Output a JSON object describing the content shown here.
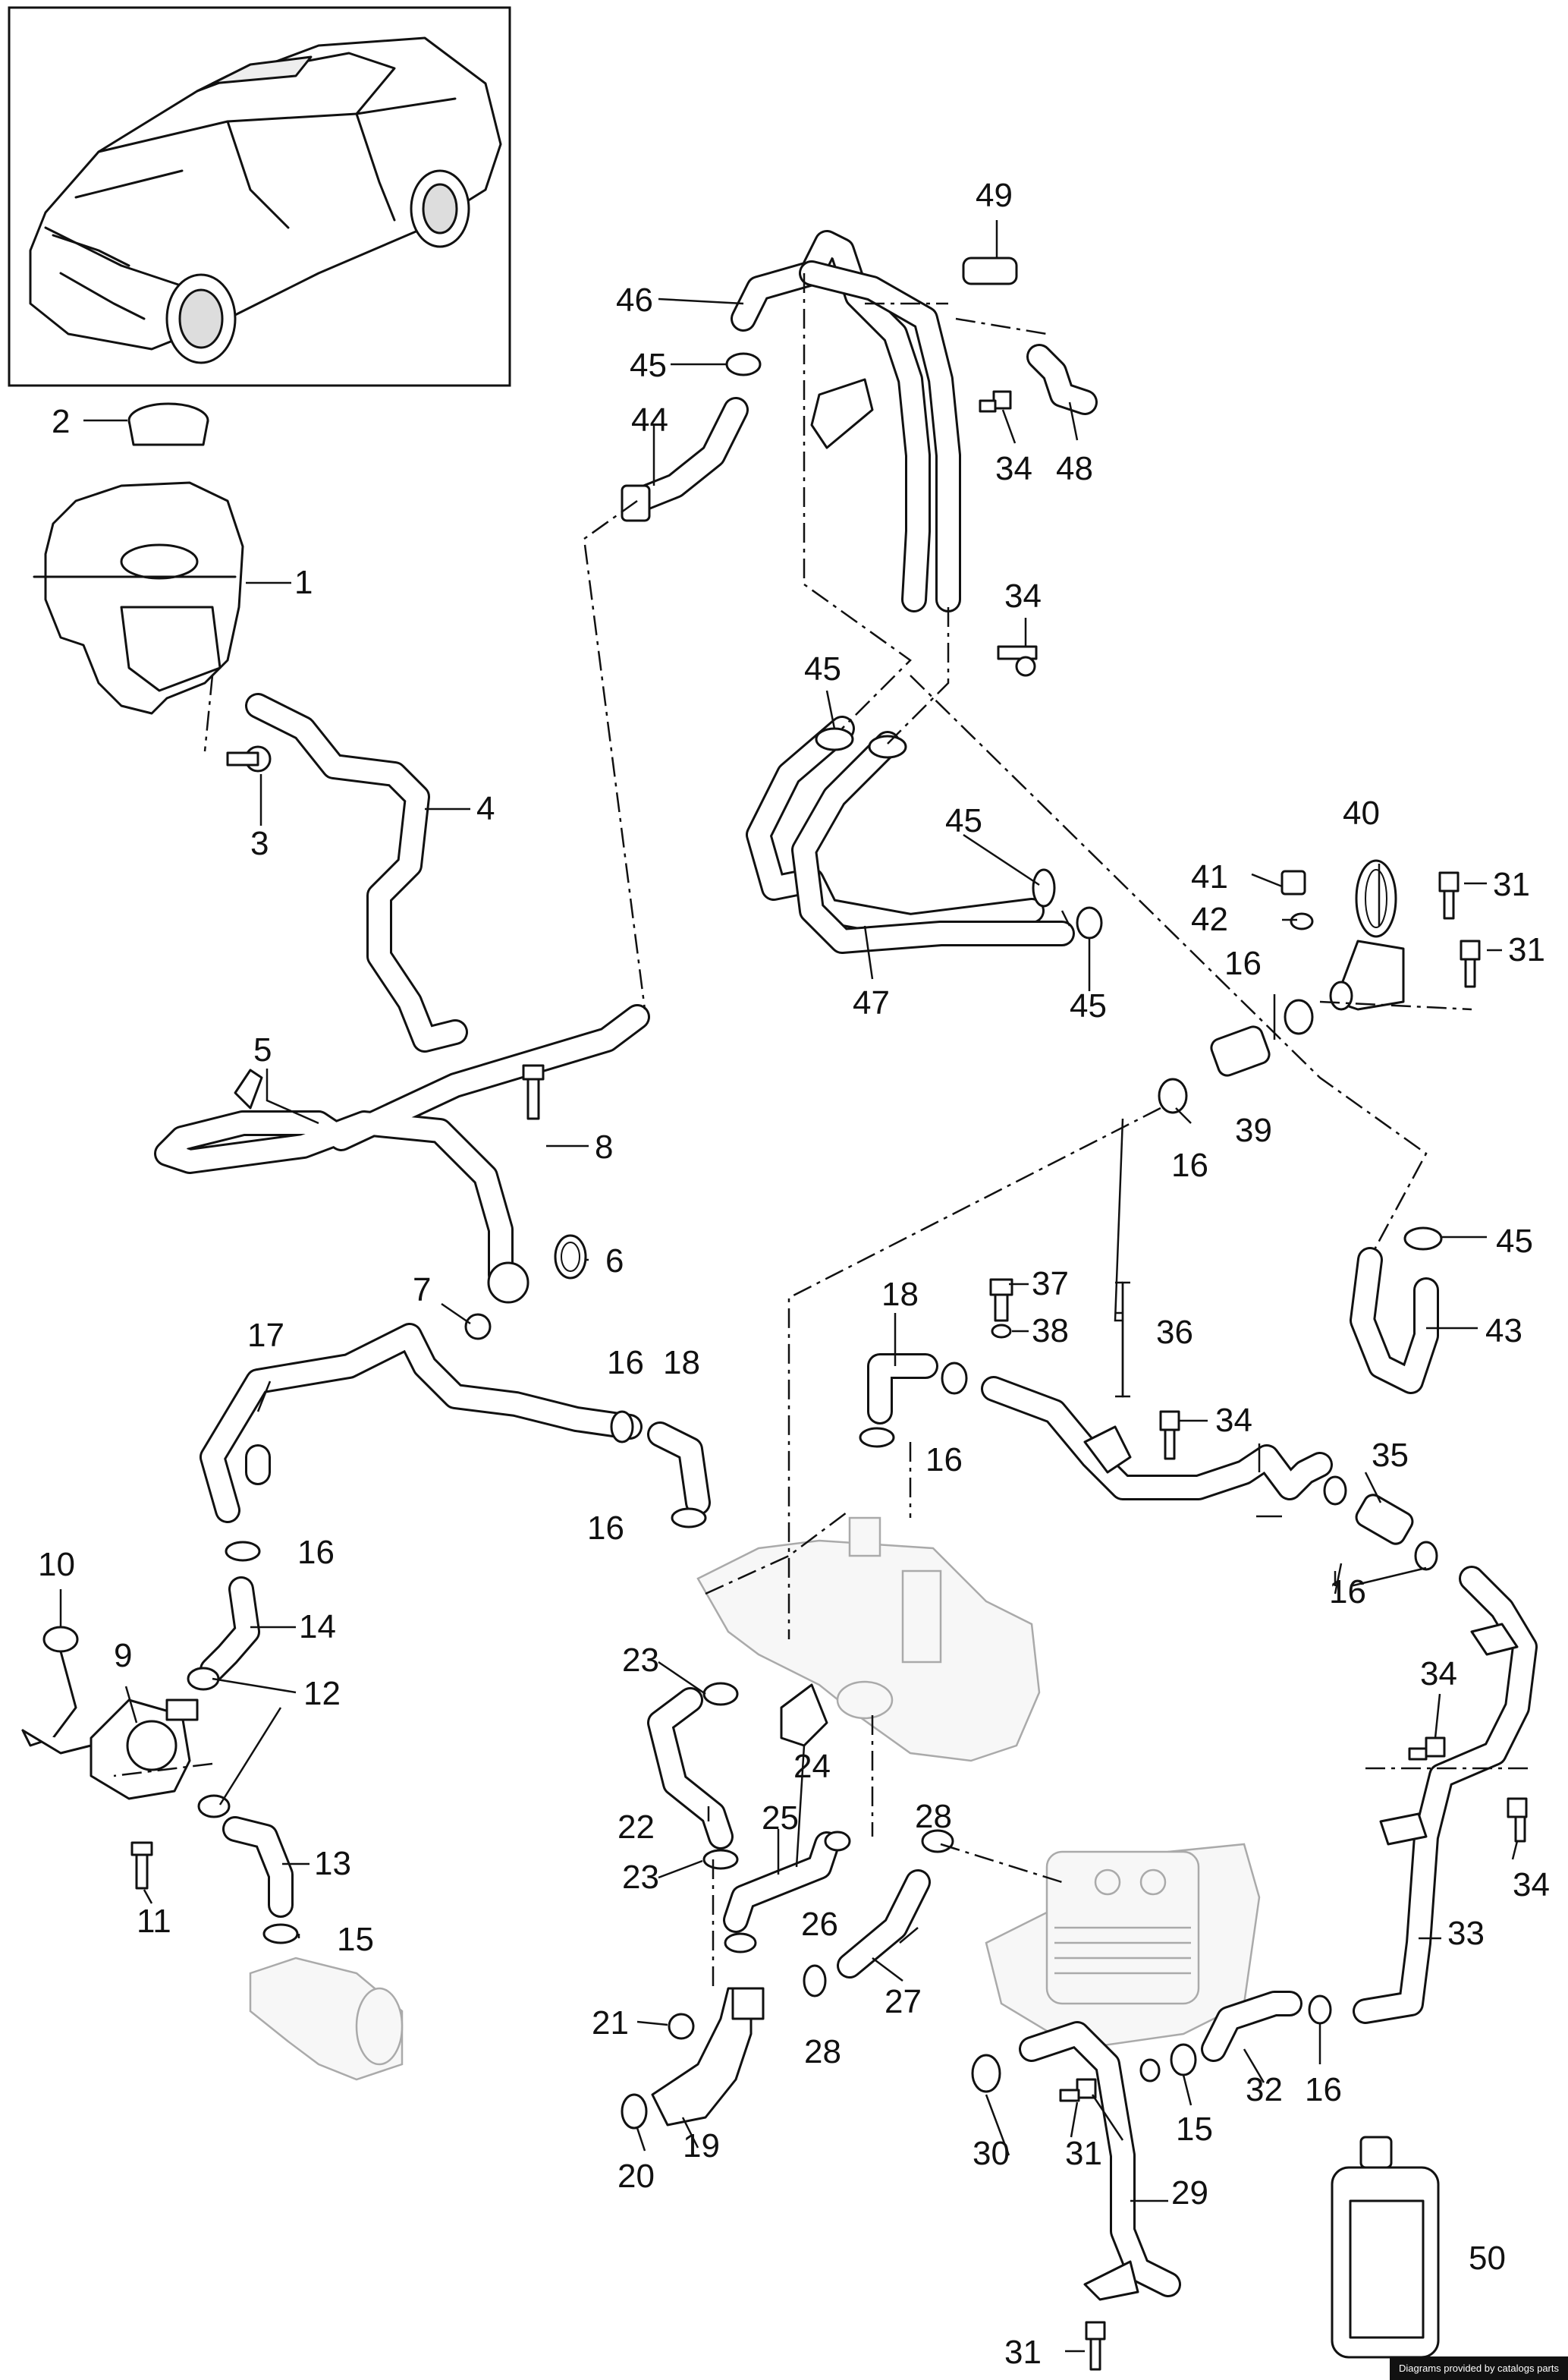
{
  "diagram": {
    "callouts": [
      {
        "id": "1",
        "label": "1"
      },
      {
        "id": "2",
        "label": "2"
      },
      {
        "id": "3",
        "label": "3"
      },
      {
        "id": "4",
        "label": "4"
      },
      {
        "id": "5",
        "label": "5"
      },
      {
        "id": "6",
        "label": "6"
      },
      {
        "id": "7",
        "label": "7"
      },
      {
        "id": "8",
        "label": "8"
      },
      {
        "id": "9",
        "label": "9"
      },
      {
        "id": "10",
        "label": "10"
      },
      {
        "id": "11",
        "label": "11"
      },
      {
        "id": "12",
        "label": "12"
      },
      {
        "id": "13",
        "label": "13"
      },
      {
        "id": "14",
        "label": "14"
      },
      {
        "id": "15a",
        "label": "15"
      },
      {
        "id": "15b",
        "label": "15"
      },
      {
        "id": "16a",
        "label": "16"
      },
      {
        "id": "16b",
        "label": "16"
      },
      {
        "id": "16c",
        "label": "16"
      },
      {
        "id": "16d",
        "label": "16"
      },
      {
        "id": "16e",
        "label": "16"
      },
      {
        "id": "16f",
        "label": "16"
      },
      {
        "id": "16g",
        "label": "16"
      },
      {
        "id": "16h",
        "label": "16"
      },
      {
        "id": "17",
        "label": "17"
      },
      {
        "id": "18a",
        "label": "18"
      },
      {
        "id": "18b",
        "label": "18"
      },
      {
        "id": "19",
        "label": "19"
      },
      {
        "id": "20",
        "label": "20"
      },
      {
        "id": "21",
        "label": "21"
      },
      {
        "id": "22",
        "label": "22"
      },
      {
        "id": "23a",
        "label": "23"
      },
      {
        "id": "23b",
        "label": "23"
      },
      {
        "id": "24",
        "label": "24"
      },
      {
        "id": "25",
        "label": "25"
      },
      {
        "id": "26",
        "label": "26"
      },
      {
        "id": "27",
        "label": "27"
      },
      {
        "id": "28a",
        "label": "28"
      },
      {
        "id": "28b",
        "label": "28"
      },
      {
        "id": "29",
        "label": "29"
      },
      {
        "id": "30",
        "label": "30"
      },
      {
        "id": "31a",
        "label": "31"
      },
      {
        "id": "31b",
        "label": "31"
      },
      {
        "id": "31c",
        "label": "31"
      },
      {
        "id": "31d",
        "label": "31"
      },
      {
        "id": "32",
        "label": "32"
      },
      {
        "id": "33",
        "label": "33"
      },
      {
        "id": "34a",
        "label": "34"
      },
      {
        "id": "34b",
        "label": "34"
      },
      {
        "id": "34c",
        "label": "34"
      },
      {
        "id": "34d",
        "label": "34"
      },
      {
        "id": "34e",
        "label": "34"
      },
      {
        "id": "35",
        "label": "35"
      },
      {
        "id": "36",
        "label": "36"
      },
      {
        "id": "37",
        "label": "37"
      },
      {
        "id": "38",
        "label": "38"
      },
      {
        "id": "39",
        "label": "39"
      },
      {
        "id": "40",
        "label": "40"
      },
      {
        "id": "41",
        "label": "41"
      },
      {
        "id": "42",
        "label": "42"
      },
      {
        "id": "43",
        "label": "43"
      },
      {
        "id": "44",
        "label": "44"
      },
      {
        "id": "45a",
        "label": "45"
      },
      {
        "id": "45b",
        "label": "45"
      },
      {
        "id": "45c",
        "label": "45"
      },
      {
        "id": "45d",
        "label": "45"
      },
      {
        "id": "45e",
        "label": "45"
      },
      {
        "id": "46",
        "label": "46"
      },
      {
        "id": "47",
        "label": "47"
      },
      {
        "id": "48",
        "label": "48"
      },
      {
        "id": "49",
        "label": "49"
      },
      {
        "id": "50",
        "label": "50"
      }
    ]
  },
  "footer": {
    "credit": "Diagrams provided by catalogs parts"
  }
}
